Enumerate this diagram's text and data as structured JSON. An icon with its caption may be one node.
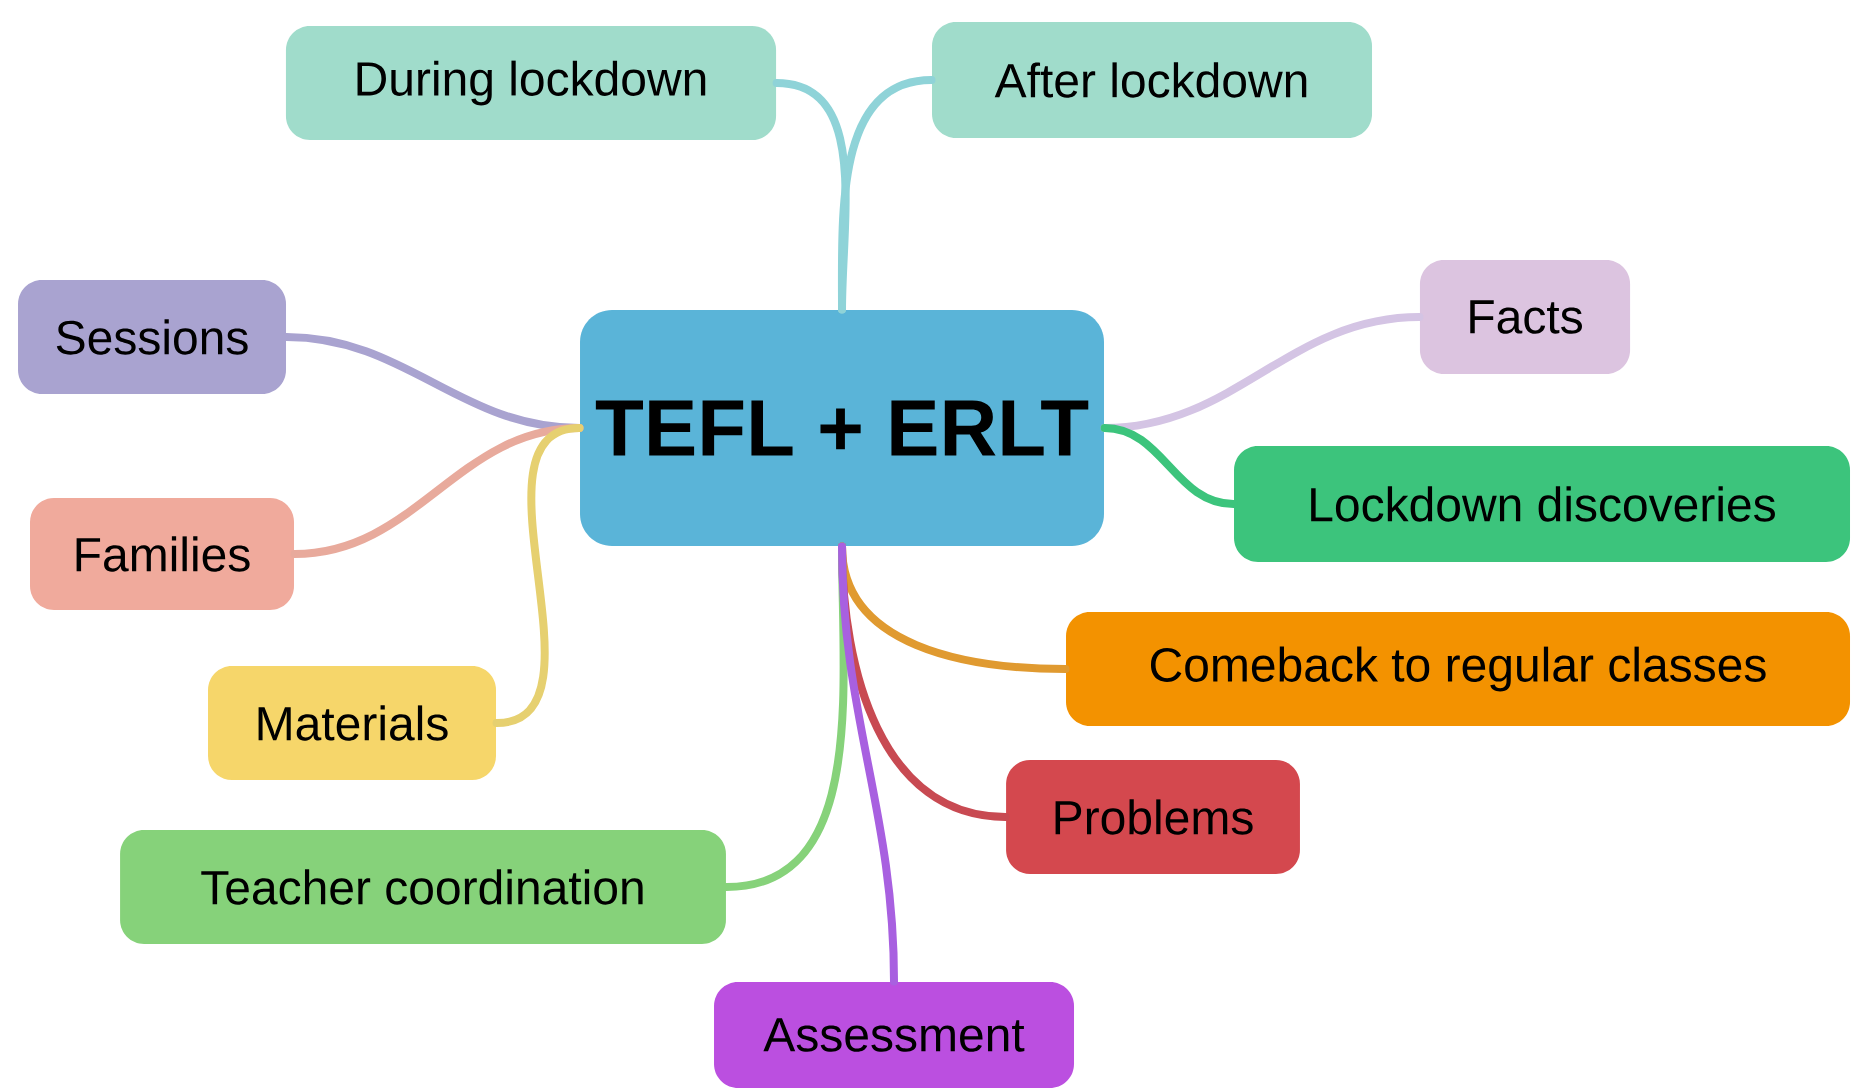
{
  "diagram": {
    "nodes": [
      {
        "text": [
          "TEFL + ERLT"
        ]
      },
      {
        "text": [
          "During lockdown"
        ]
      },
      {
        "text": [
          "After lockdown"
        ]
      },
      {
        "text": [
          "Sessions"
        ]
      },
      {
        "text": [
          "Facts"
        ]
      },
      {
        "text": [
          "Lockdown discoveries"
        ]
      },
      {
        "text": [
          "Families"
        ]
      },
      {
        "text": [
          "Comeback to regular classes"
        ]
      },
      {
        "text": [
          "Materials"
        ]
      },
      {
        "text": [
          "Problems"
        ]
      },
      {
        "text": [
          "Teacher coordination"
        ]
      },
      {
        "text": [
          "Assessment"
        ]
      }
    ],
    "edges": [
      {
        "from": 0,
        "to": 1,
        "arrow": "none",
        "color": "#8fd3d8"
      },
      {
        "from": 0,
        "to": 2,
        "arrow": "none",
        "color": "#8fd3d8"
      },
      {
        "from": 0,
        "to": 3,
        "arrow": "none",
        "color": "#a9a3d0"
      },
      {
        "from": 0,
        "to": 4,
        "arrow": "none",
        "color": "#d4c4e4"
      },
      {
        "from": 0,
        "to": 5,
        "arrow": "none",
        "color": "#3cc47c"
      },
      {
        "from": 0,
        "to": 6,
        "arrow": "none",
        "color": "#e8aa9c"
      },
      {
        "from": 0,
        "to": 7,
        "arrow": "none",
        "color": "#e09a30"
      },
      {
        "from": 0,
        "to": 8,
        "arrow": "none",
        "color": "#e6d070"
      },
      {
        "from": 0,
        "to": 9,
        "arrow": "none",
        "color": "#c84a52"
      },
      {
        "from": 0,
        "to": 10,
        "arrow": "none",
        "color": "#86d27a"
      },
      {
        "from": 0,
        "to": 11,
        "arrow": "none",
        "color": "#a860e0"
      }
    ]
  }
}
